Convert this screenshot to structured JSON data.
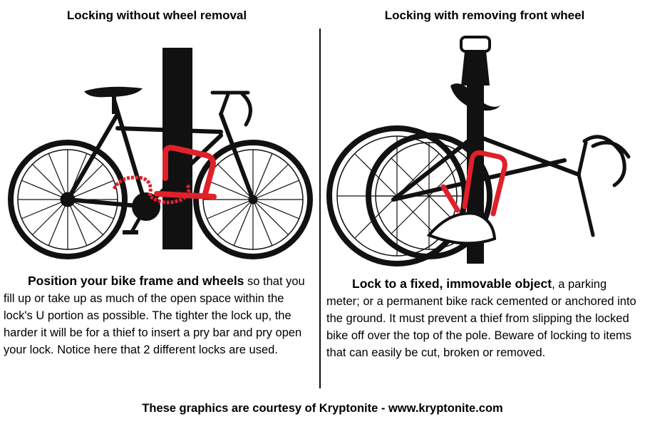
{
  "left_panel": {
    "title": "Locking without wheel removal",
    "caption_bold": "Position your bike frame and wheels",
    "caption_rest": " so that you fill up or take up as much of the open space within the lock's U portion as possible. The tighter the lock up, the harder it will be for a thief to insert a pry bar and pry open your lock. Notice here that 2 different locks are used."
  },
  "right_panel": {
    "title": "Locking with removing front wheel",
    "caption_bold": "Lock to a fixed, immovable object",
    "caption_rest": ", a parking meter; or a permanent bike rack cemented or anchored into the ground. It must prevent a thief from slipping the locked bike off over the top of the pole. Beware of locking to items that can easily be cut, broken or removed."
  },
  "footer": "These graphics are courtesy of Kryptonite - www.kryptonite.com",
  "colors": {
    "ink": "#111111",
    "lock": "#e0202a"
  }
}
